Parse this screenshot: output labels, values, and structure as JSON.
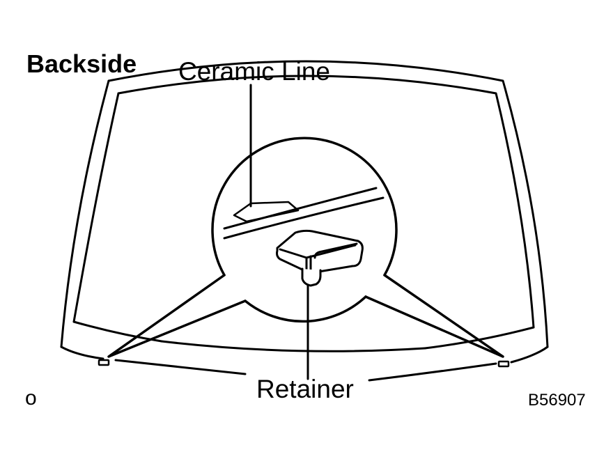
{
  "labels": {
    "backside": "Backside",
    "ceramic_line": "Ceramic Line",
    "retainer": "Retainer",
    "corner_mark": "o",
    "figure_code": "B56907"
  },
  "colors": {
    "stroke": "#000000",
    "background": "#ffffff"
  }
}
